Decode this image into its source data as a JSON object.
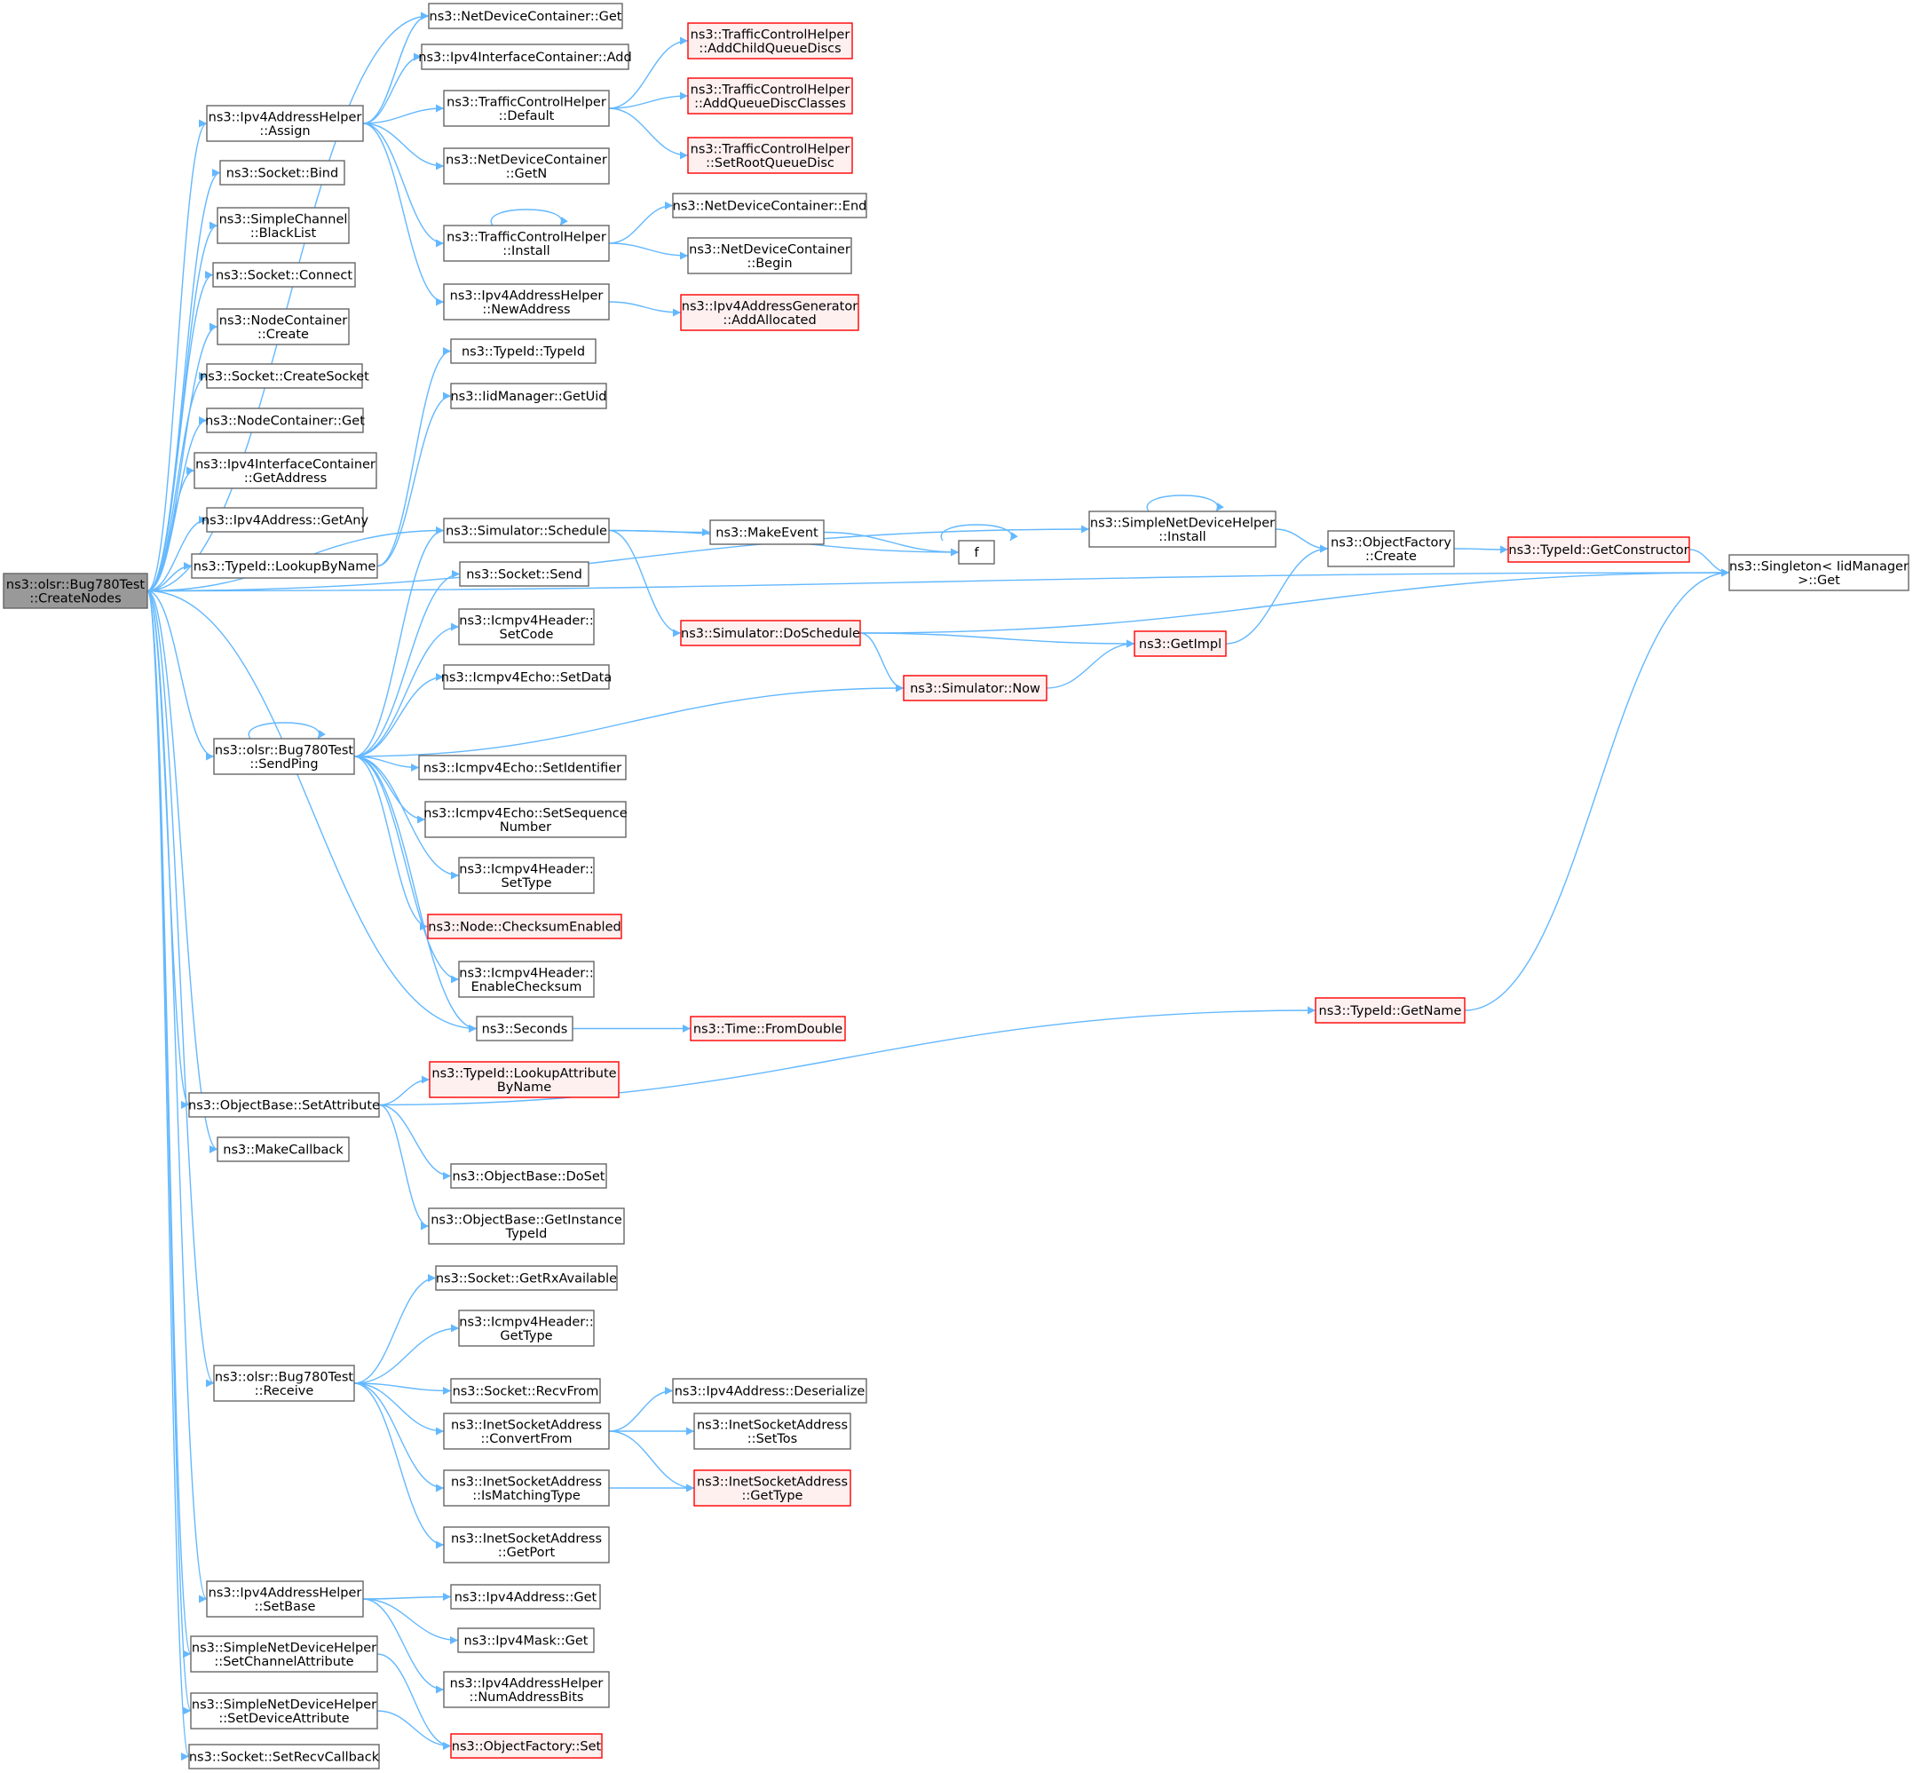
{
  "colors": {
    "edge": "#63b8ff",
    "root_fill": "#999999",
    "root_stroke": "#666666",
    "normal_fill": "#ffffff",
    "normal_stroke": "#666666",
    "truncated_fill": "#fff0f0",
    "truncated_stroke": "#ff0000"
  },
  "nodes": [
    {
      "id": "root",
      "lines": [
        "ns3::olsr::Bug780Test",
        "::CreateNodes"
      ],
      "style": "root"
    },
    {
      "id": "ndc_get",
      "lines": [
        "ns3::NetDeviceContainer::Get"
      ],
      "style": "normal"
    },
    {
      "id": "iic_add",
      "lines": [
        "ns3::Ipv4InterfaceContainer::Add"
      ],
      "style": "normal"
    },
    {
      "id": "iah_assign",
      "lines": [
        "ns3::Ipv4AddressHelper",
        "::Assign"
      ],
      "style": "normal"
    },
    {
      "id": "tch_default",
      "lines": [
        "ns3::TrafficControlHelper",
        "::Default"
      ],
      "style": "normal"
    },
    {
      "id": "tch_addchild",
      "lines": [
        "ns3::TrafficControlHelper",
        "::AddChildQueueDiscs"
      ],
      "style": "truncated"
    },
    {
      "id": "tch_addclasses",
      "lines": [
        "ns3::TrafficControlHelper",
        "::AddQueueDiscClasses"
      ],
      "style": "truncated"
    },
    {
      "id": "tch_setroot",
      "lines": [
        "ns3::TrafficControlHelper",
        "::SetRootQueueDisc"
      ],
      "style": "truncated"
    },
    {
      "id": "ndc_getn",
      "lines": [
        "ns3::NetDeviceContainer",
        "::GetN"
      ],
      "style": "normal"
    },
    {
      "id": "socket_bind",
      "lines": [
        "ns3::Socket::Bind"
      ],
      "style": "normal"
    },
    {
      "id": "ndc_end",
      "lines": [
        "ns3::NetDeviceContainer::End"
      ],
      "style": "normal"
    },
    {
      "id": "tch_install",
      "lines": [
        "ns3::TrafficControlHelper",
        "::Install"
      ],
      "style": "normal"
    },
    {
      "id": "ndc_begin",
      "lines": [
        "ns3::NetDeviceContainer",
        "::Begin"
      ],
      "style": "normal"
    },
    {
      "id": "sc_blacklist",
      "lines": [
        "ns3::SimpleChannel",
        "::BlackList"
      ],
      "style": "normal"
    },
    {
      "id": "socket_connect",
      "lines": [
        "ns3::Socket::Connect"
      ],
      "style": "normal"
    },
    {
      "id": "iah_newaddress",
      "lines": [
        "ns3::Ipv4AddressHelper",
        "::NewAddress"
      ],
      "style": "normal"
    },
    {
      "id": "iag_addallocated",
      "lines": [
        "ns3::Ipv4AddressGenerator",
        "::AddAllocated"
      ],
      "style": "truncated"
    },
    {
      "id": "nc_create",
      "lines": [
        "ns3::NodeContainer",
        "::Create"
      ],
      "style": "normal"
    },
    {
      "id": "typeid_typeid",
      "lines": [
        "ns3::TypeId::TypeId"
      ],
      "style": "normal"
    },
    {
      "id": "socket_createsocket",
      "lines": [
        "ns3::Socket::CreateSocket"
      ],
      "style": "normal"
    },
    {
      "id": "iidm_getuid",
      "lines": [
        "ns3::IidManager::GetUid"
      ],
      "style": "normal"
    },
    {
      "id": "nc_get",
      "lines": [
        "ns3::NodeContainer::Get"
      ],
      "style": "normal"
    },
    {
      "id": "iic_getaddress",
      "lines": [
        "ns3::Ipv4InterfaceContainer",
        "::GetAddress"
      ],
      "style": "normal"
    },
    {
      "id": "ipv4_getany",
      "lines": [
        "ns3::Ipv4Address::GetAny"
      ],
      "style": "normal"
    },
    {
      "id": "sim_schedule",
      "lines": [
        "ns3::Simulator::Schedule"
      ],
      "style": "normal"
    },
    {
      "id": "makeevent",
      "lines": [
        "ns3::MakeEvent"
      ],
      "style": "normal"
    },
    {
      "id": "sndh_install",
      "lines": [
        "ns3::SimpleNetDeviceHelper",
        "::Install"
      ],
      "style": "normal"
    },
    {
      "id": "of_create",
      "lines": [
        "ns3::ObjectFactory",
        "::Create"
      ],
      "style": "normal"
    },
    {
      "id": "typeid_getconstructor",
      "lines": [
        "ns3::TypeId::GetConstructor"
      ],
      "style": "truncated"
    },
    {
      "id": "f",
      "lines": [
        "f"
      ],
      "style": "normal"
    },
    {
      "id": "singleton_get",
      "lines": [
        "ns3::Singleton< IidManager",
        " >::Get"
      ],
      "style": "normal"
    },
    {
      "id": "typeid_lookupbyname",
      "lines": [
        "ns3::TypeId::LookupByName"
      ],
      "style": "normal"
    },
    {
      "id": "socket_send",
      "lines": [
        "ns3::Socket::Send"
      ],
      "style": "normal"
    },
    {
      "id": "sim_doschedule",
      "lines": [
        "ns3::Simulator::DoSchedule"
      ],
      "style": "truncated"
    },
    {
      "id": "getimpl",
      "lines": [
        "ns3::GetImpl"
      ],
      "style": "truncated"
    },
    {
      "id": "icmph_setcode",
      "lines": [
        "ns3::Icmpv4Header::",
        "SetCode"
      ],
      "style": "normal"
    },
    {
      "id": "icmpe_setdata",
      "lines": [
        "ns3::Icmpv4Echo::SetData"
      ],
      "style": "normal"
    },
    {
      "id": "sim_now",
      "lines": [
        "ns3::Simulator::Now"
      ],
      "style": "truncated"
    },
    {
      "id": "bug_sendping",
      "lines": [
        "ns3::olsr::Bug780Test",
        "::SendPing"
      ],
      "style": "normal"
    },
    {
      "id": "icmpe_setidentifier",
      "lines": [
        "ns3::Icmpv4Echo::SetIdentifier"
      ],
      "style": "normal"
    },
    {
      "id": "icmpe_setsequence",
      "lines": [
        "ns3::Icmpv4Echo::SetSequence",
        "Number"
      ],
      "style": "normal"
    },
    {
      "id": "icmph_settype",
      "lines": [
        "ns3::Icmpv4Header::",
        "SetType"
      ],
      "style": "normal"
    },
    {
      "id": "node_checksum",
      "lines": [
        "ns3::Node::ChecksumEnabled"
      ],
      "style": "truncated"
    },
    {
      "id": "icmph_enablechecksum",
      "lines": [
        "ns3::Icmpv4Header::",
        "EnableChecksum"
      ],
      "style": "normal"
    },
    {
      "id": "typeid_getname",
      "lines": [
        "ns3::TypeId::GetName"
      ],
      "style": "truncated"
    },
    {
      "id": "seconds",
      "lines": [
        "ns3::Seconds"
      ],
      "style": "normal"
    },
    {
      "id": "time_fromdouble",
      "lines": [
        "ns3::Time::FromDouble"
      ],
      "style": "truncated"
    },
    {
      "id": "typeid_lookupattr",
      "lines": [
        "ns3::TypeId::LookupAttribute",
        "ByName"
      ],
      "style": "truncated"
    },
    {
      "id": "ob_setattribute",
      "lines": [
        "ns3::ObjectBase::SetAttribute"
      ],
      "style": "normal"
    },
    {
      "id": "makecallback",
      "lines": [
        "ns3::MakeCallback"
      ],
      "style": "normal"
    },
    {
      "id": "ob_doset",
      "lines": [
        "ns3::ObjectBase::DoSet"
      ],
      "style": "normal"
    },
    {
      "id": "ob_getinstance",
      "lines": [
        "ns3::ObjectBase::GetInstance",
        "TypeId"
      ],
      "style": "normal"
    },
    {
      "id": "socket_getrxavailable",
      "lines": [
        "ns3::Socket::GetRxAvailable"
      ],
      "style": "normal"
    },
    {
      "id": "icmph_gettype",
      "lines": [
        "ns3::Icmpv4Header::",
        "GetType"
      ],
      "style": "normal"
    },
    {
      "id": "bug_receive",
      "lines": [
        "ns3::olsr::Bug780Test",
        "::Receive"
      ],
      "style": "normal"
    },
    {
      "id": "socket_recvfrom",
      "lines": [
        "ns3::Socket::RecvFrom"
      ],
      "style": "normal"
    },
    {
      "id": "ipv4_deserialize",
      "lines": [
        "ns3::Ipv4Address::Deserialize"
      ],
      "style": "normal"
    },
    {
      "id": "isa_convertfrom",
      "lines": [
        "ns3::InetSocketAddress",
        "::ConvertFrom"
      ],
      "style": "normal"
    },
    {
      "id": "isa_settos",
      "lines": [
        "ns3::InetSocketAddress",
        "::SetTos"
      ],
      "style": "normal"
    },
    {
      "id": "isa_ismatching",
      "lines": [
        "ns3::InetSocketAddress",
        "::IsMatchingType"
      ],
      "style": "normal"
    },
    {
      "id": "isa_gettype",
      "lines": [
        "ns3::InetSocketAddress",
        "::GetType"
      ],
      "style": "truncated"
    },
    {
      "id": "isa_getport",
      "lines": [
        "ns3::InetSocketAddress",
        "::GetPort"
      ],
      "style": "normal"
    },
    {
      "id": "iah_setbase",
      "lines": [
        "ns3::Ipv4AddressHelper",
        "::SetBase"
      ],
      "style": "normal"
    },
    {
      "id": "ipv4_get",
      "lines": [
        "ns3::Ipv4Address::Get"
      ],
      "style": "normal"
    },
    {
      "id": "ipv4mask_get",
      "lines": [
        "ns3::Ipv4Mask::Get"
      ],
      "style": "normal"
    },
    {
      "id": "sndh_setchannelattr",
      "lines": [
        "ns3::SimpleNetDeviceHelper",
        "::SetChannelAttribute"
      ],
      "style": "normal"
    },
    {
      "id": "iah_numaddressbits",
      "lines": [
        "ns3::Ipv4AddressHelper",
        "::NumAddressBits"
      ],
      "style": "normal"
    },
    {
      "id": "sndh_setdeviceattr",
      "lines": [
        "ns3::SimpleNetDeviceHelper",
        "::SetDeviceAttribute"
      ],
      "style": "normal"
    },
    {
      "id": "of_set",
      "lines": [
        "ns3::ObjectFactory::Set"
      ],
      "style": "truncated"
    },
    {
      "id": "socket_setrecvcallback",
      "lines": [
        "ns3::Socket::SetRecvCallback"
      ],
      "style": "normal"
    }
  ],
  "edges": [
    [
      "root",
      "ndc_get"
    ],
    [
      "root",
      "iah_assign"
    ],
    [
      "root",
      "socket_bind"
    ],
    [
      "root",
      "sc_blacklist"
    ],
    [
      "root",
      "socket_connect"
    ],
    [
      "root",
      "nc_create"
    ],
    [
      "root",
      "socket_createsocket"
    ],
    [
      "root",
      "nc_get"
    ],
    [
      "root",
      "iic_getaddress"
    ],
    [
      "root",
      "ipv4_getany"
    ],
    [
      "root",
      "typeid_lookupbyname"
    ],
    [
      "root",
      "singleton_get"
    ],
    [
      "root",
      "sndh_install"
    ],
    [
      "root",
      "sim_schedule"
    ],
    [
      "root",
      "bug_sendping"
    ],
    [
      "root",
      "seconds"
    ],
    [
      "root",
      "ob_setattribute"
    ],
    [
      "root",
      "makecallback"
    ],
    [
      "root",
      "bug_receive"
    ],
    [
      "root",
      "iah_setbase"
    ],
    [
      "root",
      "sndh_setchannelattr"
    ],
    [
      "root",
      "sndh_setdeviceattr"
    ],
    [
      "root",
      "socket_setrecvcallback"
    ],
    [
      "iah_assign",
      "ndc_get"
    ],
    [
      "iah_assign",
      "iic_add"
    ],
    [
      "iah_assign",
      "tch_default"
    ],
    [
      "iah_assign",
      "ndc_getn"
    ],
    [
      "iah_assign",
      "tch_install"
    ],
    [
      "iah_assign",
      "iah_newaddress"
    ],
    [
      "tch_default",
      "tch_addchild"
    ],
    [
      "tch_default",
      "tch_addclasses"
    ],
    [
      "tch_default",
      "tch_setroot"
    ],
    [
      "tch_install",
      "tch_install"
    ],
    [
      "tch_install",
      "ndc_end"
    ],
    [
      "tch_install",
      "ndc_begin"
    ],
    [
      "iah_newaddress",
      "iag_addallocated"
    ],
    [
      "typeid_lookupbyname",
      "typeid_typeid"
    ],
    [
      "typeid_lookupbyname",
      "iidm_getuid"
    ],
    [
      "sim_schedule",
      "makeevent"
    ],
    [
      "sim_schedule",
      "f"
    ],
    [
      "sim_schedule",
      "sim_doschedule"
    ],
    [
      "makeevent",
      "f"
    ],
    [
      "f",
      "f"
    ],
    [
      "sndh_install",
      "sndh_install"
    ],
    [
      "sndh_install",
      "of_create"
    ],
    [
      "of_create",
      "typeid_getconstructor"
    ],
    [
      "typeid_getconstructor",
      "singleton_get"
    ],
    [
      "sim_doschedule",
      "singleton_get"
    ],
    [
      "sim_doschedule",
      "getimpl"
    ],
    [
      "sim_doschedule",
      "sim_now"
    ],
    [
      "getimpl",
      "of_create"
    ],
    [
      "sim_now",
      "getimpl"
    ],
    [
      "bug_sendping",
      "bug_sendping"
    ],
    [
      "bug_sendping",
      "sim_schedule"
    ],
    [
      "bug_sendping",
      "socket_send"
    ],
    [
      "bug_sendping",
      "icmph_setcode"
    ],
    [
      "bug_sendping",
      "icmpe_setdata"
    ],
    [
      "bug_sendping",
      "sim_now"
    ],
    [
      "bug_sendping",
      "icmpe_setidentifier"
    ],
    [
      "bug_sendping",
      "icmpe_setsequence"
    ],
    [
      "bug_sendping",
      "icmph_settype"
    ],
    [
      "bug_sendping",
      "node_checksum"
    ],
    [
      "bug_sendping",
      "icmph_enablechecksum"
    ],
    [
      "bug_sendping",
      "seconds"
    ],
    [
      "seconds",
      "time_fromdouble"
    ],
    [
      "typeid_getname",
      "singleton_get"
    ],
    [
      "ob_setattribute",
      "typeid_lookupattr"
    ],
    [
      "ob_setattribute",
      "typeid_getname"
    ],
    [
      "ob_setattribute",
      "ob_doset"
    ],
    [
      "ob_setattribute",
      "ob_getinstance"
    ],
    [
      "bug_receive",
      "socket_getrxavailable"
    ],
    [
      "bug_receive",
      "icmph_gettype"
    ],
    [
      "bug_receive",
      "socket_recvfrom"
    ],
    [
      "bug_receive",
      "isa_convertfrom"
    ],
    [
      "bug_receive",
      "isa_ismatching"
    ],
    [
      "bug_receive",
      "isa_getport"
    ],
    [
      "isa_convertfrom",
      "ipv4_deserialize"
    ],
    [
      "isa_convertfrom",
      "isa_settos"
    ],
    [
      "isa_convertfrom",
      "isa_gettype"
    ],
    [
      "isa_ismatching",
      "isa_gettype"
    ],
    [
      "iah_setbase",
      "ipv4_get"
    ],
    [
      "iah_setbase",
      "ipv4mask_get"
    ],
    [
      "iah_setbase",
      "iah_numaddressbits"
    ],
    [
      "sndh_setchannelattr",
      "of_set"
    ],
    [
      "sndh_setdeviceattr",
      "of_set"
    ]
  ]
}
